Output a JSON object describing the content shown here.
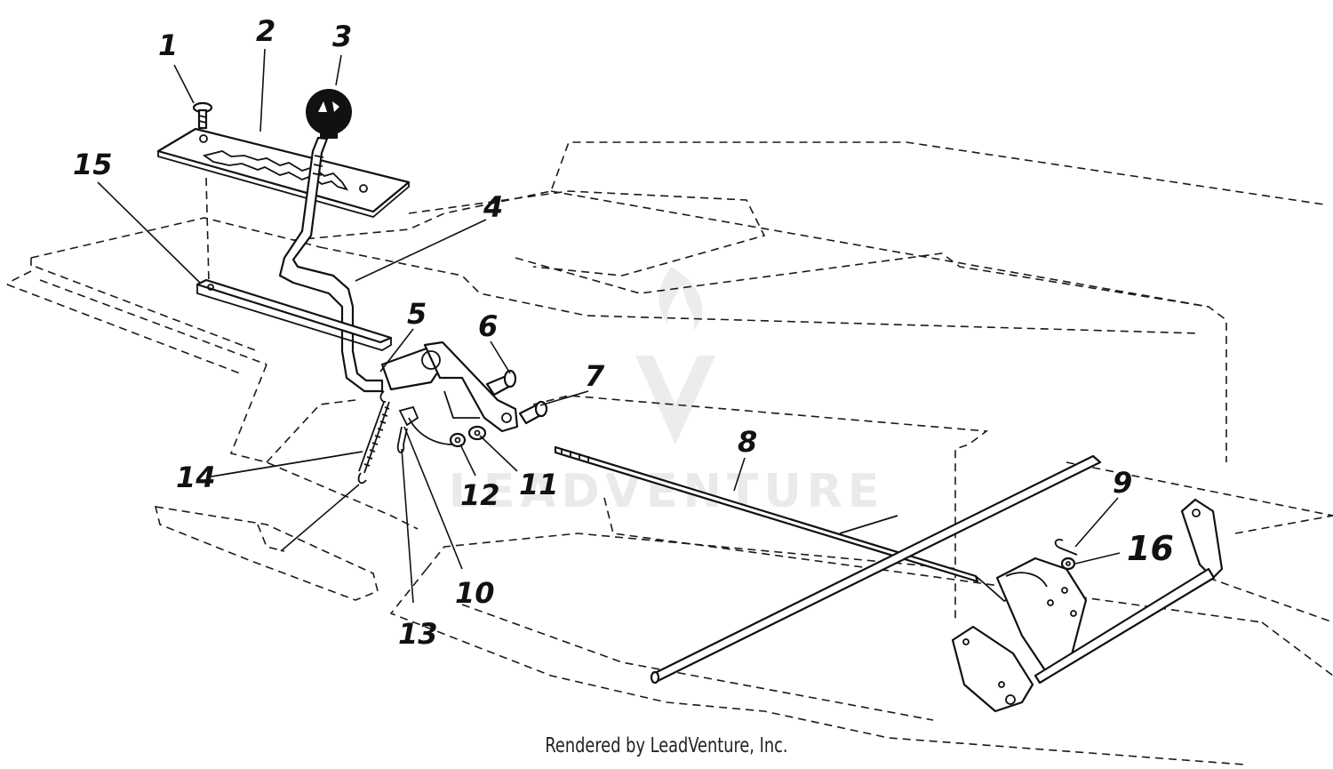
{
  "callouts": [
    {
      "id": "1",
      "label": "1"
    },
    {
      "id": "2",
      "label": "2"
    },
    {
      "id": "3",
      "label": "3"
    },
    {
      "id": "4",
      "label": "4"
    },
    {
      "id": "5",
      "label": "5"
    },
    {
      "id": "6",
      "label": "6"
    },
    {
      "id": "7",
      "label": "7"
    },
    {
      "id": "8",
      "label": "8"
    },
    {
      "id": "9",
      "label": "9"
    },
    {
      "id": "10",
      "label": "10"
    },
    {
      "id": "11",
      "label": "11"
    },
    {
      "id": "12",
      "label": "12"
    },
    {
      "id": "13",
      "label": "13"
    },
    {
      "id": "14",
      "label": "14"
    },
    {
      "id": "15",
      "label": "15"
    },
    {
      "id": "16",
      "label": "16"
    }
  ],
  "watermark": {
    "text": "LEADVENTURE"
  },
  "credit": {
    "text": "Rendered by LeadVenture, Inc."
  }
}
